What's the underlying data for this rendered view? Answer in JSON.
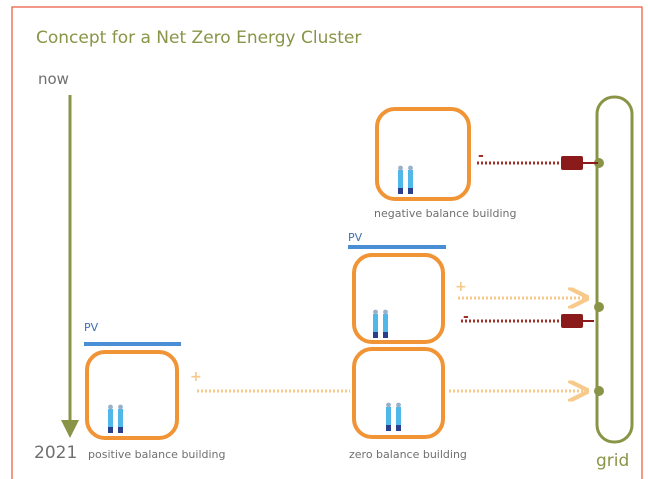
{
  "title": "Concept for a Net Zero Energy Cluster",
  "timeline": {
    "start": "now",
    "end": "2021"
  },
  "pv_label": "PV",
  "buildings": {
    "negative": {
      "label": "negative balance building",
      "sign": "-"
    },
    "positive": {
      "label": "positive balance building",
      "sign": "+"
    },
    "zero": {
      "label": "zero balance building",
      "sign_plus": "+",
      "sign_minus": "-"
    }
  },
  "grid": {
    "label": "grid"
  },
  "colors": {
    "frame": "#e8553a",
    "olive": "#8a9447",
    "building_outline": "#f09435",
    "pv_bar": "#4a8fd6",
    "export_arrow": "#f7c98a",
    "import_line": "#a03028",
    "meter": "#8b1a1a"
  }
}
